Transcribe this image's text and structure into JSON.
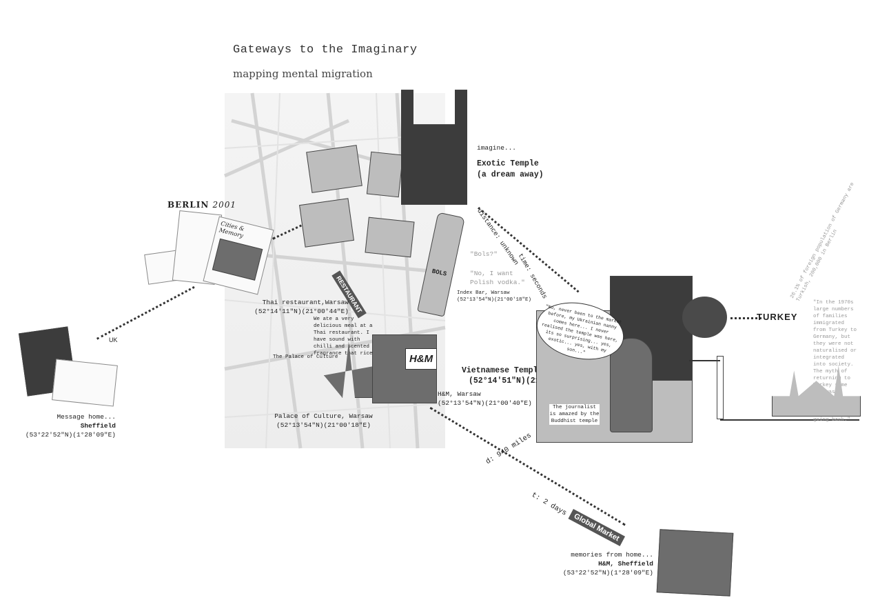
{
  "header": {
    "title": "Gateways to the Imaginary",
    "subtitle": "mapping mental migration"
  },
  "berlin": {
    "label": "BERLIN",
    "year": "2001"
  },
  "cities_memory": "Cities & Memory",
  "uk_tag": "UK",
  "sheffield": {
    "line1": "Message home...",
    "line2": "Sheffield",
    "coords": "(53°22′52″N)(1°28′09″E)"
  },
  "thai": {
    "name": "Thai restaurant,Warsaw",
    "coords": "(52°14′11″N)(21°00′44″E)",
    "note": "We ate a very delicious meal at a Thai restaurant. I have sound with chilli and scented fragrance that rice."
  },
  "restaurant_tag": "RESTAURANT",
  "palace": {
    "tag": "The Palace of Culture",
    "name": "Palace of Culture, Warsaw",
    "coords": "(52°13′54″N)(21°00′18″E)"
  },
  "exotic_temple": {
    "intro": "imagine...",
    "line1": "Exotic Temple",
    "line2": "(a dream away)"
  },
  "route1": {
    "distance": "distance: unknown",
    "time": "time: seconds"
  },
  "bols": {
    "brand": "BOLS",
    "quote1": "\"Bols?\"",
    "quote2": "\"No, I want Polish vodka.\"",
    "place": "Index Bar, Warsaw",
    "coords": "(52°13′54″N)(21°00′18″E)"
  },
  "hm": {
    "logo": "H&M",
    "name": "H&M, Warsaw",
    "coords": "(52°13′54″N)(21°00′40″E)"
  },
  "viet_temple": {
    "name": "Vietnamese Temple, Warsaw",
    "coords": "(52°14′51″N)(21°02′29″E)",
    "caption": "The journalist is amazed by the Buddhist temple",
    "speech": "\"No, never been to the market before, my Ukrainian nanny comes here... I never realised the temple was here, its so surprising... yes, exotic... yes, with my son...\""
  },
  "turkey": {
    "label": "TURKEY",
    "diag": "26.1% of foreign population of Germany are Turkish, 200,000 in Berlin",
    "quote": "\"In the 1970s large numbers of families immigrated from Turkey to Germany, but they were not naturalised or integrated into society. The myth of returning to Turkey some day was prominent but not many people were going back.\""
  },
  "route2": {
    "distance": "d: 940 miles",
    "time": "t: 2 days"
  },
  "global_market": "Global Market",
  "hm_sheffield": {
    "line1": "memories from home...",
    "line2": "H&M, Sheffield",
    "coords": "(53°22′52″N)(1°28′09″E)"
  }
}
